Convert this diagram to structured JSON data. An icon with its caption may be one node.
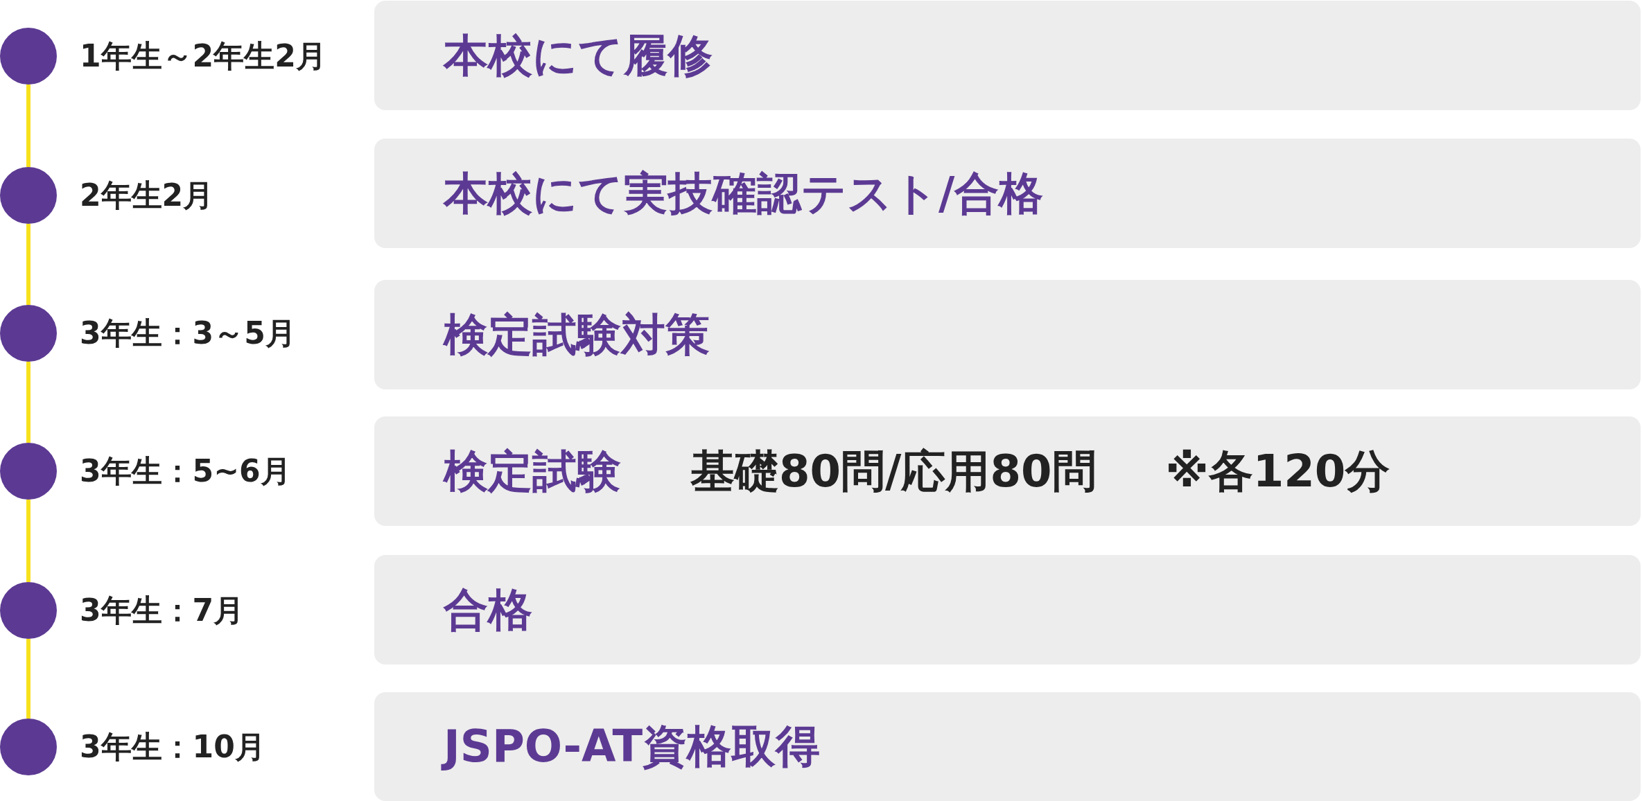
{
  "diagram": {
    "nodes": [
      {
        "text": [],
        "shape": "circle",
        "beside": [
          "1年生～2年生2月"
        ]
      },
      {
        "text": [
          "本校にて履修"
        ]
      },
      {
        "text": [],
        "shape": "circle",
        "beside": [
          "2年生2月"
        ]
      },
      {
        "text": [
          "本校にて実技確認テスト/合格"
        ]
      },
      {
        "text": [],
        "shape": "circle",
        "beside": [
          "3年生：3～5月"
        ]
      },
      {
        "text": [
          "検定試験対策"
        ]
      },
      {
        "text": [],
        "shape": "circle",
        "beside": [
          "3年生：5~6月"
        ]
      },
      {
        "text": [
          "検定試験",
          "基礎80問/応用80問",
          "※各120分"
        ]
      },
      {
        "text": [],
        "shape": "circle",
        "beside": [
          "3年生：7月"
        ]
      },
      {
        "text": [
          "合格"
        ]
      },
      {
        "text": [],
        "shape": "circle",
        "beside": [
          "3年生：10月"
        ]
      },
      {
        "text": [
          "JSPO-AT資格取得"
        ]
      }
    ],
    "edges": [
      {
        "from": 0,
        "to": 2,
        "arrow": "none"
      },
      {
        "from": 2,
        "to": 4,
        "arrow": "none"
      },
      {
        "from": 4,
        "to": 6,
        "arrow": "none"
      },
      {
        "from": 6,
        "to": 8,
        "arrow": "none"
      },
      {
        "from": 8,
        "to": 10,
        "arrow": "none"
      }
    ]
  }
}
